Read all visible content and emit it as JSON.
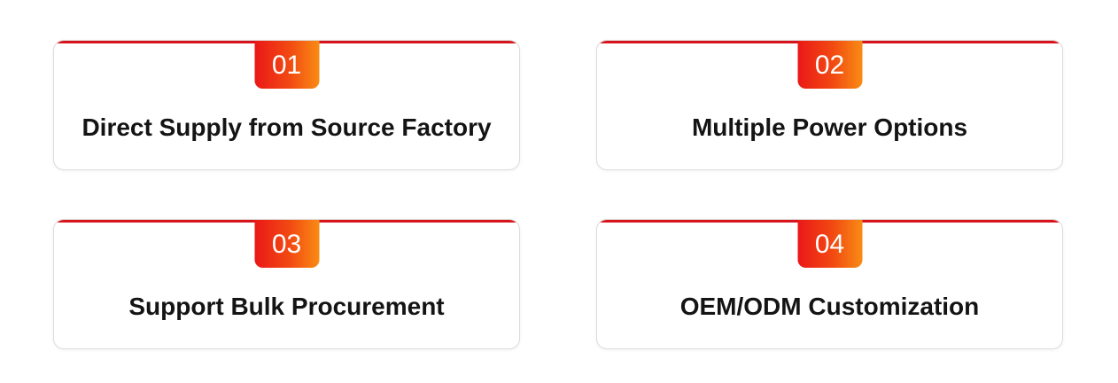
{
  "features": [
    {
      "number": "01",
      "title": "Direct Supply from Source Factory"
    },
    {
      "number": "02",
      "title": "Multiple Power Options"
    },
    {
      "number": "03",
      "title": "Support Bulk Procurement"
    },
    {
      "number": "04",
      "title": "OEM/ODM Customization"
    }
  ],
  "colors": {
    "accent_line": "#d8131b",
    "badge_gradient_start": "#ea1818",
    "badge_gradient_end": "#f98c14",
    "title_text": "#141414",
    "badge_text": "#ffffff"
  }
}
